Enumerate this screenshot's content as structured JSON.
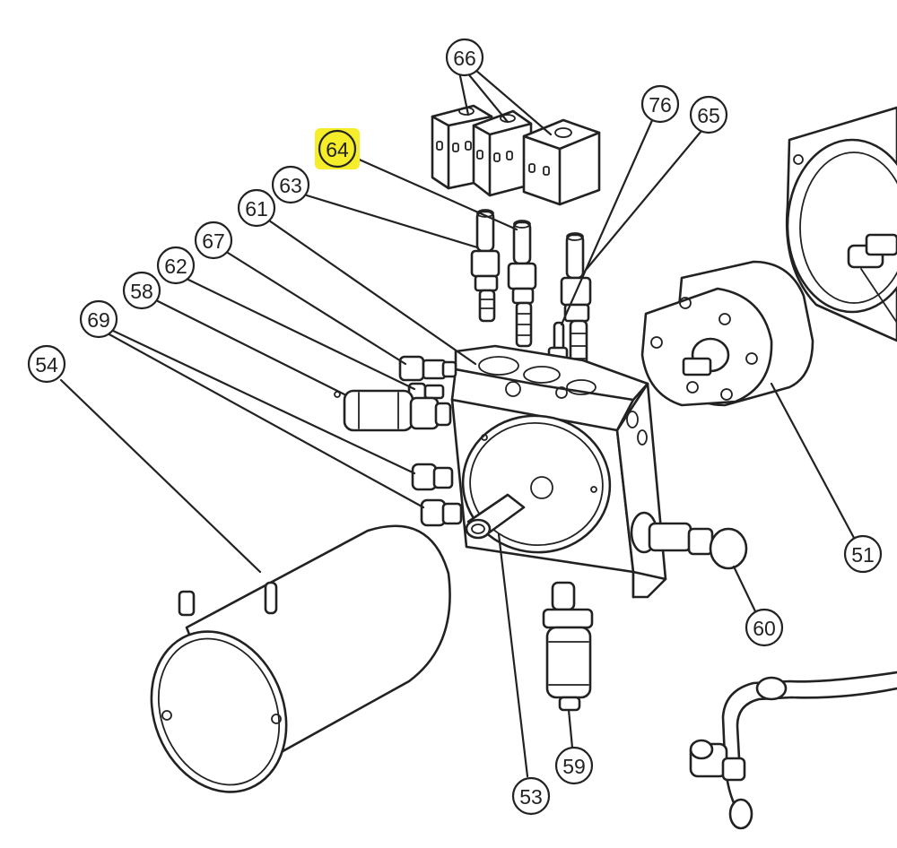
{
  "highlight_color": "#f5ec2a",
  "callouts": [
    {
      "id": "c66",
      "label": "66"
    },
    {
      "id": "c76",
      "label": "76"
    },
    {
      "id": "c65",
      "label": "65"
    },
    {
      "id": "c64",
      "label": "64",
      "highlighted": true
    },
    {
      "id": "c63",
      "label": "63"
    },
    {
      "id": "c61",
      "label": "61"
    },
    {
      "id": "c67",
      "label": "67"
    },
    {
      "id": "c62",
      "label": "62"
    },
    {
      "id": "c58",
      "label": "58"
    },
    {
      "id": "c69",
      "label": "69"
    },
    {
      "id": "c54",
      "label": "54"
    },
    {
      "id": "c51",
      "label": "51"
    },
    {
      "id": "c60",
      "label": "60"
    },
    {
      "id": "c59",
      "label": "59"
    },
    {
      "id": "c53",
      "label": "53"
    }
  ]
}
